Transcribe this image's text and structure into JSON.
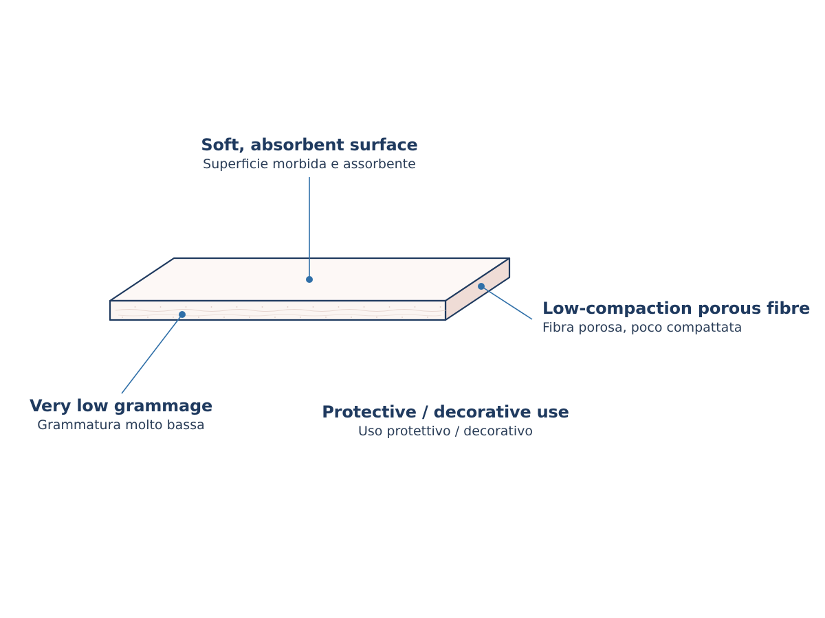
{
  "callouts": {
    "surface": {
      "title": "Soft, absorbent surface",
      "subtitle": "Superficie morbida e assorbente"
    },
    "fibre": {
      "title": "Low-compaction porous fibre",
      "subtitle": "Fibra porosa, poco compattata"
    },
    "grammage": {
      "title": "Very low grammage",
      "subtitle": "Grammatura molto bassa"
    },
    "use": {
      "title": "Protective / decorative use",
      "subtitle": "Uso protettivo / decorativo"
    }
  },
  "colors": {
    "outline": "#1f3a5f",
    "top_face": "#fdf8f6",
    "front_face": "#fbf5f2",
    "side_face": "#efdcd6",
    "leader": "#2f6fa8",
    "dot": "#2f6fa8",
    "title": "#1f3a5f",
    "subtitle": "#2a3d57"
  }
}
